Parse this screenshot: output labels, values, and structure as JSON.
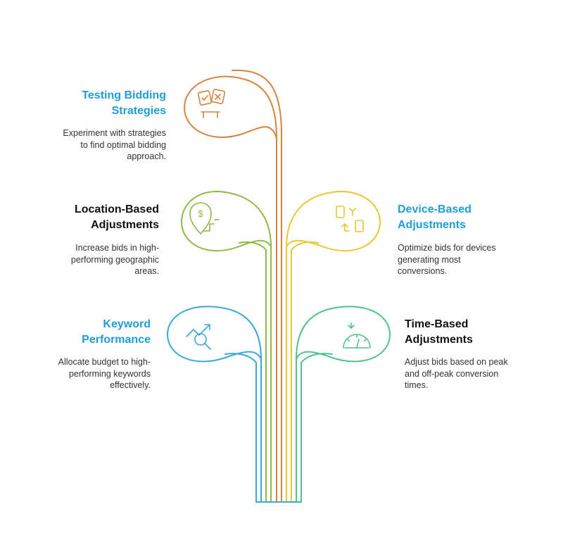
{
  "colors": {
    "orange": "#D9833F",
    "green": "#8DBB45",
    "yellow": "#E8C635",
    "blue": "#3AA8D8",
    "teal": "#4EC48A",
    "title_blue": "#1E9ED8",
    "title_black": "#111111"
  },
  "items": [
    {
      "id": "testing",
      "title": "Testing Bidding\nStrategies",
      "description": "Experiment with strategies\nto find optimal bidding\napproach.",
      "icon": "bidding-cards-icon",
      "color": "orange",
      "title_color": "title_blue"
    },
    {
      "id": "location",
      "title": "Location-Based\nAdjustments",
      "description": "Increase bids in high-\nperforming geographic\nareas.",
      "icon": "location-dollar-icon",
      "color": "green",
      "title_color": "title_black"
    },
    {
      "id": "device",
      "title": "Device-Based\nAdjustments",
      "description": "Optimize bids for devices\ngenerating most\nconversions.",
      "icon": "devices-sync-icon",
      "color": "yellow",
      "title_color": "title_blue"
    },
    {
      "id": "keyword",
      "title": "Keyword\nPerformance",
      "description": "Allocate budget to high-\nperforming keywords\neffectively.",
      "icon": "trend-magnifier-icon",
      "color": "blue",
      "title_color": "title_blue"
    },
    {
      "id": "time",
      "title": "Time-Based\nAdjustments",
      "description": "Adjust bids based on peak\nand off-peak conversion\ntimes.",
      "icon": "speedometer-icon",
      "color": "teal",
      "title_color": "title_black"
    }
  ]
}
